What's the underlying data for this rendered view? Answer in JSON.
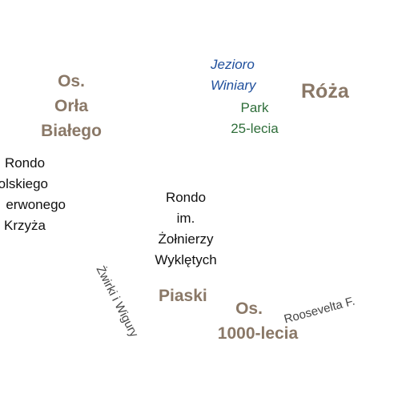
{
  "map": {
    "district_labels": {
      "orla_bialego": [
        "Os.",
        "Orła",
        "Białego"
      ],
      "roza": "Róża",
      "piaski": "Piaski",
      "tysiaclecia": [
        "Os.",
        "1000-lecia"
      ]
    },
    "water_labels": {
      "jezioro_winiary": [
        "Jezioro",
        "Winiary"
      ]
    },
    "park_labels": {
      "park_25_lecia": [
        "Park",
        "25-lecia"
      ]
    },
    "poi_labels": {
      "rondo_pck": [
        "Rondo",
        "olskiego",
        "erwonego",
        "Krzyża"
      ],
      "rondo_zolnierzy": [
        "Rondo",
        "im.",
        "Żołnierzy",
        "Wyklętych"
      ]
    },
    "street_labels": {
      "zwirki_i_wigury": "Żwirki i Wigury",
      "roosevelta": "Roosevelta F."
    },
    "colors": {
      "district": "#8a7867",
      "water": "#1f4f9c",
      "park": "#2f6e3a",
      "poi": "#111111",
      "street": "#444444",
      "background": "#ffffff"
    }
  }
}
